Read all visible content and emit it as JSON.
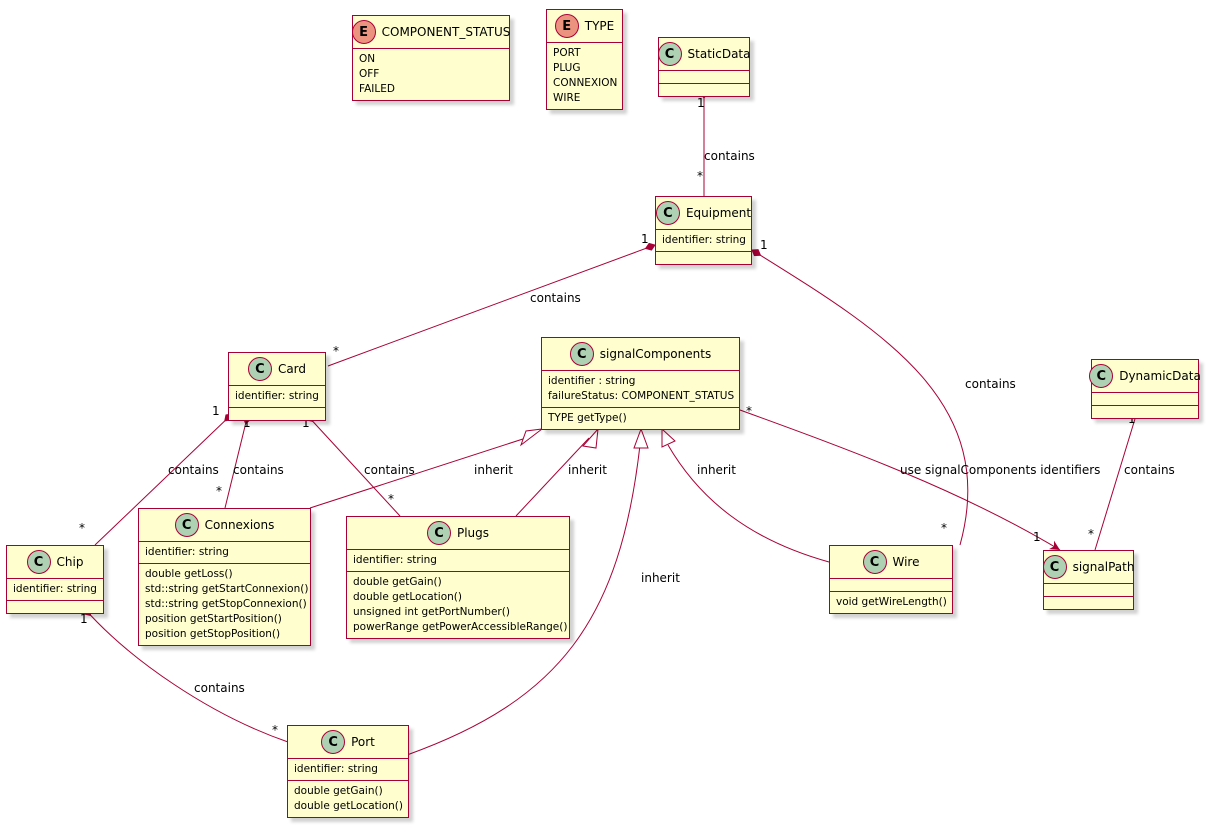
{
  "enums": {
    "component_status": {
      "name": "COMPONENT_STATUS",
      "badge": "E",
      "values": [
        "ON",
        "OFF",
        "FAILED"
      ]
    },
    "type": {
      "name": "TYPE",
      "badge": "E",
      "values": [
        "PORT",
        "PLUG",
        "CONNEXION",
        "WIRE"
      ]
    }
  },
  "classes": {
    "staticdata": {
      "name": "StaticData",
      "badge": "C"
    },
    "equipment": {
      "name": "Equipment",
      "badge": "C",
      "fields": [
        "identifier: string"
      ]
    },
    "card": {
      "name": "Card",
      "badge": "C",
      "fields": [
        "identifier: string"
      ]
    },
    "signalcomponents": {
      "name": "signalComponents",
      "badge": "C",
      "fields": [
        "identifier : string",
        "failureStatus: COMPONENT_STATUS"
      ],
      "methods": [
        "TYPE getType()"
      ]
    },
    "dynamicdata": {
      "name": "DynamicData",
      "badge": "C"
    },
    "chip": {
      "name": "Chip",
      "badge": "C",
      "fields": [
        "identifier: string"
      ]
    },
    "connexions": {
      "name": "Connexions",
      "badge": "C",
      "fields": [
        "identifier: string"
      ],
      "methods": [
        "double getLoss()",
        "std::string getStartConnexion()",
        "std::string getStopConnexion()",
        "position getStartPosition()",
        "position getStopPosition()"
      ]
    },
    "plugs": {
      "name": "Plugs",
      "badge": "C",
      "fields": [
        "identifier: string"
      ],
      "methods": [
        "double getGain()",
        "double getLocation()",
        "unsigned int getPortNumber()",
        "powerRange getPowerAccessibleRange()"
      ]
    },
    "wire": {
      "name": "Wire",
      "badge": "C",
      "methods": [
        "void getWireLength()"
      ]
    },
    "signalpath": {
      "name": "signalPath",
      "badge": "C"
    },
    "port": {
      "name": "Port",
      "badge": "C",
      "fields": [
        "identifier: string"
      ],
      "methods": [
        "double getGain()",
        "double getLocation()"
      ]
    }
  },
  "relations": {
    "staticdata_equipment": {
      "label": "contains",
      "from_mult": "1",
      "to_mult": "*"
    },
    "equipment_card": {
      "label": "contains",
      "from_mult": "1",
      "to_mult": "*"
    },
    "equipment_wire": {
      "label": "contains",
      "from_mult": "1",
      "to_mult": "*"
    },
    "card_chip": {
      "label": "contains",
      "from_mult": "1",
      "to_mult": "*"
    },
    "card_connexions": {
      "label": "contains",
      "from_mult": "1",
      "to_mult": "*"
    },
    "card_plugs": {
      "label": "contains",
      "from_mult": "1",
      "to_mult": "*"
    },
    "chip_port": {
      "label": "contains",
      "from_mult": "1",
      "to_mult": "*"
    },
    "dynamicdata_signalpath": {
      "label": "contains",
      "from_mult": "1",
      "to_mult": "*"
    },
    "signalcomponents_signalpath": {
      "label": "use signalComponents identifiers",
      "from_mult": "*",
      "to_mult": "1"
    },
    "connexions_inherit": {
      "label": "inherit"
    },
    "plugs_inherit": {
      "label": "inherit"
    },
    "port_inherit": {
      "label": "inherit"
    },
    "wire_inherit": {
      "label": "inherit"
    }
  },
  "colors": {
    "line": "#A80036",
    "box_fill": "#FEFECE",
    "class_badge": "#ADD1B2",
    "enum_badge": "#EB937F"
  }
}
